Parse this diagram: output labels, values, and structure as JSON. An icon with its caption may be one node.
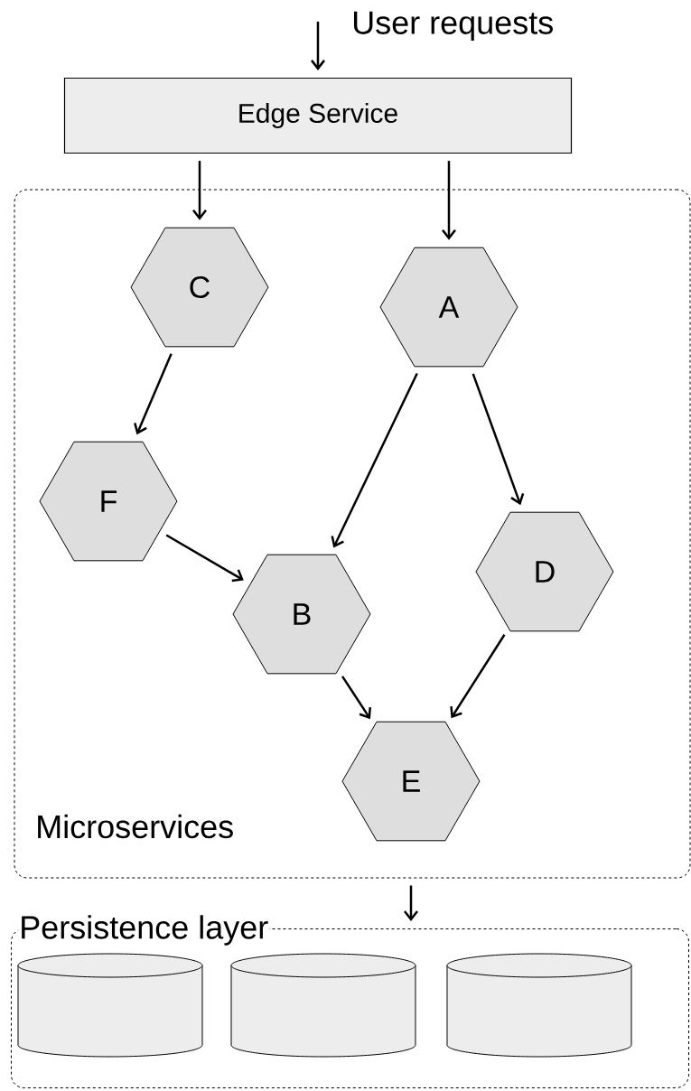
{
  "diagram": {
    "nodes": [
      {
        "text": [
          "Microservices"
        ]
      },
      {
        "text": [
          "Persistence layer"
        ]
      },
      {
        "text": [
          "Edge Service"
        ]
      },
      {
        "text": [
          "C"
        ],
        "in": 0
      },
      {
        "text": [
          "A"
        ],
        "in": 0
      },
      {
        "text": [
          "F"
        ],
        "in": 0
      },
      {
        "text": [
          "B"
        ],
        "in": 0
      },
      {
        "text": [
          "D"
        ],
        "in": 0
      },
      {
        "text": [
          "E"
        ],
        "in": 0
      },
      {
        "text": [],
        "shape": "cylinder",
        "in": 1
      },
      {
        "text": [],
        "shape": "cylinder",
        "in": 1
      },
      {
        "text": [],
        "shape": "cylinder",
        "in": 1
      }
    ],
    "edges": [
      {
        "from": null,
        "to": 2,
        "arrow": "to",
        "label": "User requests"
      },
      {
        "from": 2,
        "to": 3,
        "arrow": "to"
      },
      {
        "from": 2,
        "to": 4,
        "arrow": "to"
      },
      {
        "from": 3,
        "to": 5,
        "arrow": "to"
      },
      {
        "from": 4,
        "to": 6,
        "arrow": "to"
      },
      {
        "from": 4,
        "to": 7,
        "arrow": "to"
      },
      {
        "from": 5,
        "to": 6,
        "arrow": "to"
      },
      {
        "from": 6,
        "to": 8,
        "arrow": "to"
      },
      {
        "from": 7,
        "to": 8,
        "arrow": "to"
      },
      {
        "from": 0,
        "to": 1,
        "arrow": "to"
      }
    ]
  }
}
